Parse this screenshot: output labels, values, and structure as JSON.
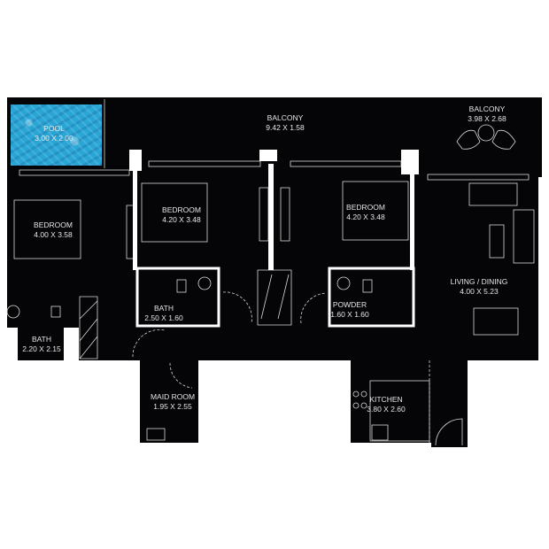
{
  "colors": {
    "floor": "#050507",
    "walls": "#ffffff",
    "lines": "#d8d8d8",
    "pool": "#2aa6d6"
  },
  "rooms": {
    "pool": {
      "name": "POOL",
      "size": "3.00 X 2.00"
    },
    "balcony_main": {
      "name": "BALCONY",
      "size": "9.42 X 1.58"
    },
    "balcony_side": {
      "name": "BALCONY",
      "size": "3.98 X 2.68"
    },
    "bedroom_1": {
      "name": "BEDROOM",
      "size": "4.00 X 3.58"
    },
    "bedroom_2": {
      "name": "BEDROOM",
      "size": "4.20 X 3.48"
    },
    "bedroom_3": {
      "name": "BEDROOM",
      "size": "4.20 X 3.48"
    },
    "living": {
      "name": "LIVING / DINING",
      "size": "4.00 X 5.23"
    },
    "bath_1": {
      "name": "BATH",
      "size": "2.50 X 1.60"
    },
    "powder": {
      "name": "POWDER",
      "size": "1.60 X 1.60"
    },
    "bath_2": {
      "name": "BATH",
      "size": "2.20 X 2.15"
    },
    "maid": {
      "name": "MAID ROOM",
      "size": "1.95 X 2.55"
    },
    "kitchen": {
      "name": "KITCHEN",
      "size": "3.80 X 2.60"
    }
  }
}
